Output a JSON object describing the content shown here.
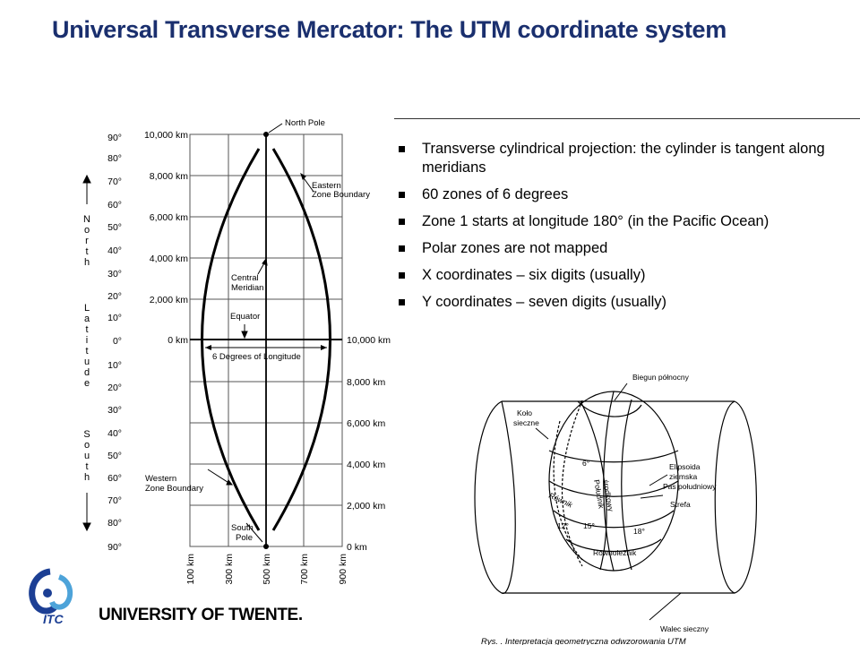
{
  "title": "Universal Transverse Mercator: The UTM coordinate system",
  "bullets": [
    "Transverse cylindrical projection: the cylinder is tangent along meridians",
    "60 zones of 6 degrees",
    "Zone 1 starts at longitude 180° (in the Pacific Ocean)",
    "Polar zones are not mapped",
    "X coordinates – six digits (usually)",
    "Y coordinates – seven digits (usually)"
  ],
  "left_diagram": {
    "lat_labels": [
      "90°",
      "80°",
      "70°",
      "60°",
      "50°",
      "40°",
      "30°",
      "20°",
      "10°",
      "0°",
      "10°",
      "20°",
      "30°",
      "40°",
      "50°",
      "60°",
      "70°",
      "80°",
      "90°"
    ],
    "km_left": [
      "10,000 km",
      "8,000 km",
      "6,000 km",
      "4,000 km",
      "2,000 km",
      "0 km"
    ],
    "km_right": [
      "10,000 km",
      "8,000 km",
      "6,000 km",
      "4,000 km",
      "2,000 km",
      "0 km"
    ],
    "x_labels": [
      "100 km",
      "300 km",
      "500 km",
      "700 km",
      "900 km"
    ],
    "north": "N o r t h",
    "latitude": "L a t i t u d e",
    "south": "S o u t h",
    "north_pole": "North Pole",
    "south_pole_1": "South",
    "south_pole_2": "Pole",
    "eastern_1": "Eastern",
    "eastern_2": "Zone Boundary",
    "western_1": "Western",
    "western_2": "Zone Boundary",
    "central_1": "Central",
    "central_2": "Meridian",
    "equator": "Equator",
    "six_degrees": "6 Degrees of Longitude"
  },
  "right_diagram": {
    "biegun": "Biegun północny",
    "kolo_1": "Koło",
    "kolo_2": "sieczne",
    "elipsoida_1": "Elipsoida",
    "elipsoida_2": "ziemska",
    "pas": "Pas południowy",
    "strefa": "Strefa",
    "poludnik_1": "Południk",
    "poludnik_2": "środkowy",
    "rownik": "Równik",
    "rownoleznik": "Równoleżnik",
    "walec": "Walec sieczny",
    "deg_6": "6°",
    "deg_12": "12°",
    "deg_15": "15°",
    "deg_18": "18°",
    "caption": "Rys.   . Interpretacja geometryczna odwzorowania UTM"
  },
  "logo": {
    "itc": "ITC",
    "university": "UNIVERSITY OF TWENTE."
  },
  "colors": {
    "title": "#1a2f6e",
    "logo_blue": "#1c3f94",
    "logo_light": "#4da3d9"
  }
}
